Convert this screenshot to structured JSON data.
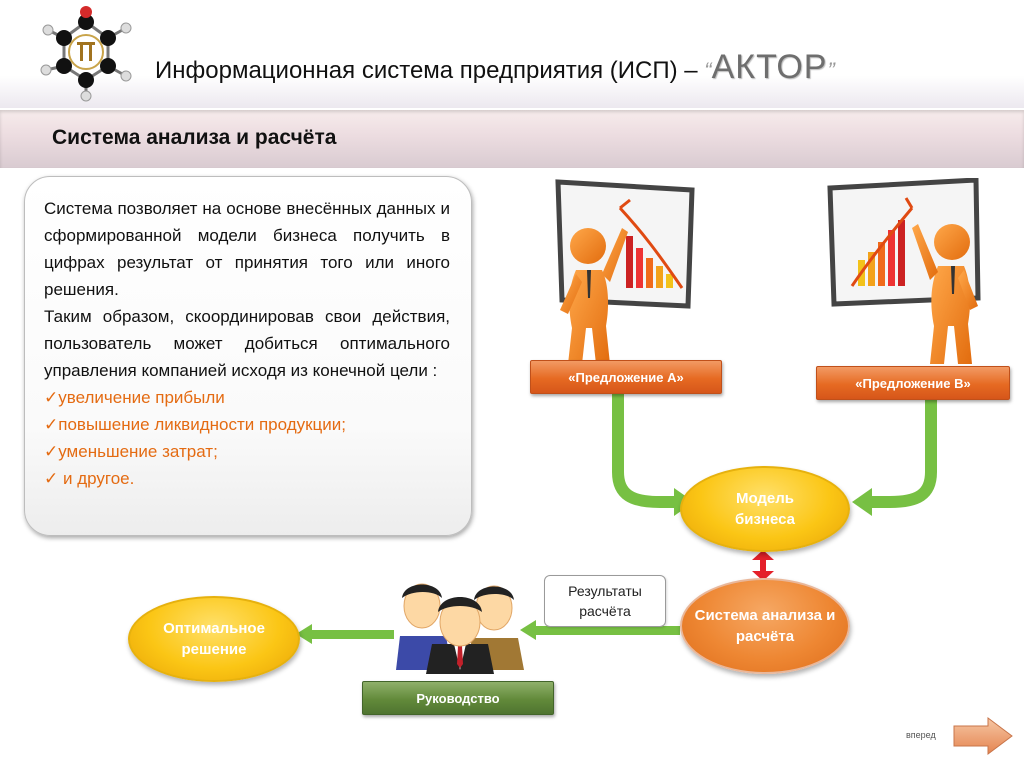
{
  "header": {
    "title": "Информационная система предприятия (ИСП) – ",
    "quote_open": "“",
    "brand": "АКТОР",
    "quote_close": "”"
  },
  "subheader": {
    "title": "Система анализа и расчёта"
  },
  "panel": {
    "paragraph1": "Система позволяет на основе внесённых данных и сформированной модели бизнеса получить в цифрах результат от принятия того или иного решения.",
    "paragraph2": "Таким образом, скоординировав свои действия, пользователь может добиться оптимального управления компанией исходя из конечной цели :",
    "goals": [
      "увеличение прибыли",
      "повышение ликвидности продукции;",
      "уменьшение затрат;",
      " и другое."
    ]
  },
  "diagram": {
    "proposal_a": "«Предложение А»",
    "proposal_b": "«Предложение В»",
    "business_model": "Модель бизнеса",
    "analysis_system": "Система анализа и расчёта",
    "results": "Результаты расчёта",
    "optimal_solution": "Оптимальное решение",
    "management": "Руководство"
  },
  "navigation": {
    "forward": "вперед"
  },
  "colors": {
    "orange": "#e66a22",
    "yellow": "#fbc615",
    "green_arrow": "#77c043",
    "green_label": "#628a3a",
    "red_arrow": "#e4202a"
  }
}
